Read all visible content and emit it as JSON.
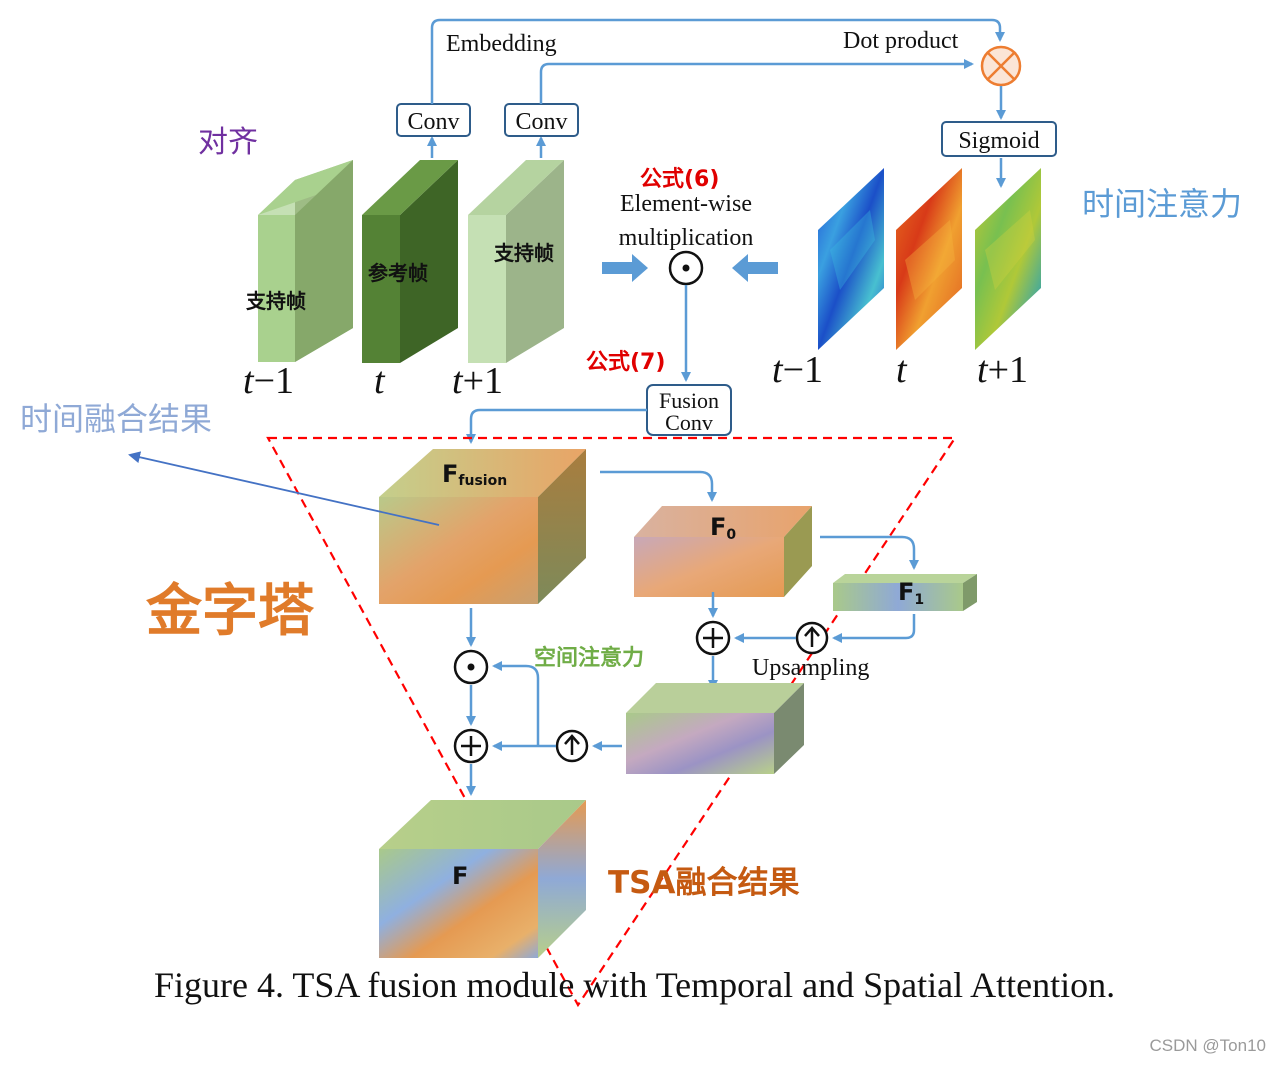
{
  "annotations": {
    "align": "对齐",
    "temporal_attention": "时间注意力",
    "temporal_fusion_result": "时间融合结果",
    "pyramid": "金字塔",
    "spatial_attention": "空间注意力",
    "tsa_fusion_result": "TSA融合结果",
    "formula6": "公式(6)",
    "formula7": "公式(7)"
  },
  "blocks": {
    "conv_left": "Conv",
    "conv_right": "Conv",
    "sigmoid": "Sigmoid",
    "fusion_conv_line1": "Fusion",
    "fusion_conv_line2": "Conv"
  },
  "labels": {
    "embedding": "Embedding",
    "dot_product": "Dot product",
    "element_wise_line1": "Element-wise",
    "element_wise_line2": "multiplication",
    "upsampling": "Upsampling"
  },
  "frames": {
    "support_left": "支持帧",
    "reference": "参考帧",
    "support_right": "支持帧",
    "time_left": [
      "t",
      "−1"
    ],
    "time_mid": [
      "t",
      ""
    ],
    "time_right": [
      "t",
      "+1"
    ]
  },
  "attention_maps": {
    "time_left": [
      "t",
      "−1"
    ],
    "time_mid": [
      "t",
      ""
    ],
    "time_right": [
      "t",
      "+1"
    ]
  },
  "features": {
    "f_fusion_main": "F",
    "f_fusion_sub": "fusion",
    "f0_main": "F",
    "f0_sub": "0",
    "f1_main": "F",
    "f1_sub": "1",
    "f_out": "F"
  },
  "caption": "Figure 4.  TSA fusion module with Temporal and Spatial Attention.",
  "watermark": "CSDN @Ton10",
  "colors": {
    "arrow": "#5b9bd5",
    "annotation_purple": "#7030a0",
    "annotation_blue": "#5b9bd5",
    "annotation_lightblue": "#8fa9d6",
    "annotation_orange": "#e07b2a",
    "annotation_green": "#70ad47",
    "annotation_red": "#e00000",
    "pyramid_dash": "#ff0000",
    "block_border": "#2e5c8a"
  }
}
